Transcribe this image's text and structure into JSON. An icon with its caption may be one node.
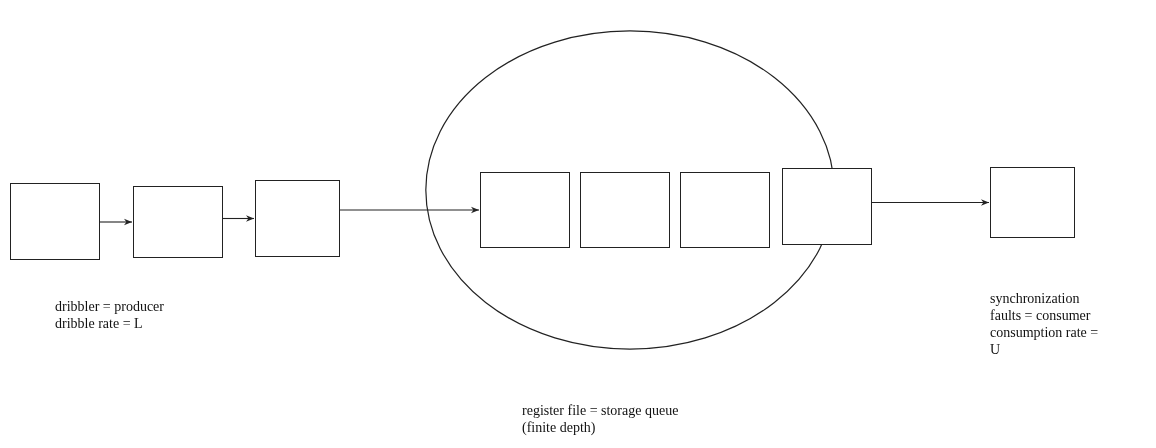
{
  "diagram": {
    "nodes": [
      {
        "text": [],
        "shape": "box"
      },
      {
        "text": [],
        "shape": "box"
      },
      {
        "text": [],
        "shape": "box"
      },
      {
        "text": [],
        "shape": "ellipse"
      },
      {
        "text": [],
        "shape": "box",
        "in": 3
      },
      {
        "text": [],
        "shape": "box",
        "in": 3
      },
      {
        "text": [],
        "shape": "box",
        "in": 3
      },
      {
        "text": [],
        "shape": "box"
      },
      {
        "text": [],
        "shape": "box",
        "beside": [
          "synchronization faults = consumer",
          "consumption rate = U"
        ]
      }
    ],
    "edges": [
      {
        "from": 0,
        "to": 1,
        "arrow": "to"
      },
      {
        "from": 1,
        "to": 2,
        "arrow": "to"
      },
      {
        "from": 2,
        "to": 4,
        "arrow": "to"
      },
      {
        "from": 7,
        "to": 8,
        "arrow": "to"
      }
    ],
    "labels": [
      "dribbler = producer",
      "dribble rate = L",
      "register file = storage queue (finite depth)"
    ]
  }
}
